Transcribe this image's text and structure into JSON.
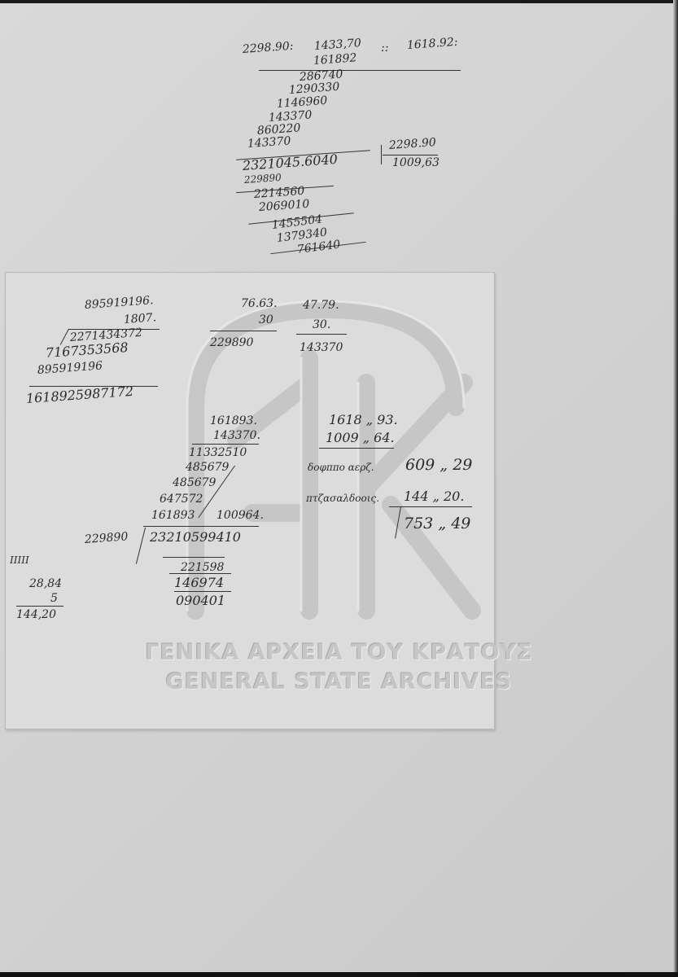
{
  "calc_top": {
    "header_a": "2298.90:",
    "header_b": "1433,70",
    "header_c": "::",
    "header_d": "1618.92:",
    "multiplier": "161892",
    "partials": [
      "286740",
      "1290330",
      "1146960",
      "143370",
      "860220",
      "143370"
    ],
    "product": "2321045.6040",
    "divisor": "2298.90",
    "quotient": "1009,63",
    "steps": [
      "229890",
      "2214560",
      "2069010",
      "1455504",
      "1379340",
      "761640"
    ]
  },
  "slip": {
    "mult_a": "895919196.",
    "mult_b": "1807.",
    "mult_p1": "2271434372",
    "mult_p2": "7167353568",
    "mult_p3": "895919196",
    "mult_result": "1618925987172",
    "mid_a": "76.63.",
    "mid_b": "30",
    "mid_r": "229890",
    "mid2_a": "47.79.",
    "mid2_b": "30.",
    "mid2_r": "143370",
    "big_a": "161893.",
    "big_b": "143370.",
    "big_p1": "11332510",
    "big_p2": "485679",
    "big_p3": "485679",
    "big_p4": "647572",
    "big_p5": "161893",
    "big_q": "100964.",
    "div_divisor": "229890",
    "div_dividend": "23210599410",
    "div_s1": "221598",
    "div_s2": "146974",
    "div_s3": "090401",
    "sum_a": "1618 „ 93.",
    "sum_b": "1009 „ 64.",
    "label1": "δοφππο αερζ.",
    "label2": "πτζασαλδοοις.",
    "sum_c": "609 „ 29",
    "sum_d": "144 „ 20.",
    "sum_total": "753 „ 49",
    "tally": "IIIII",
    "small_a": "28,84",
    "small_b": "5",
    "small_r": "144,20"
  },
  "watermark": {
    "line1": "ΓΕΝΙΚΑ ΑΡΧΕΙΑ ΤΟΥ ΚΡΑΤΟΥΣ",
    "line2": "GENERAL STATE ARCHIVES"
  }
}
